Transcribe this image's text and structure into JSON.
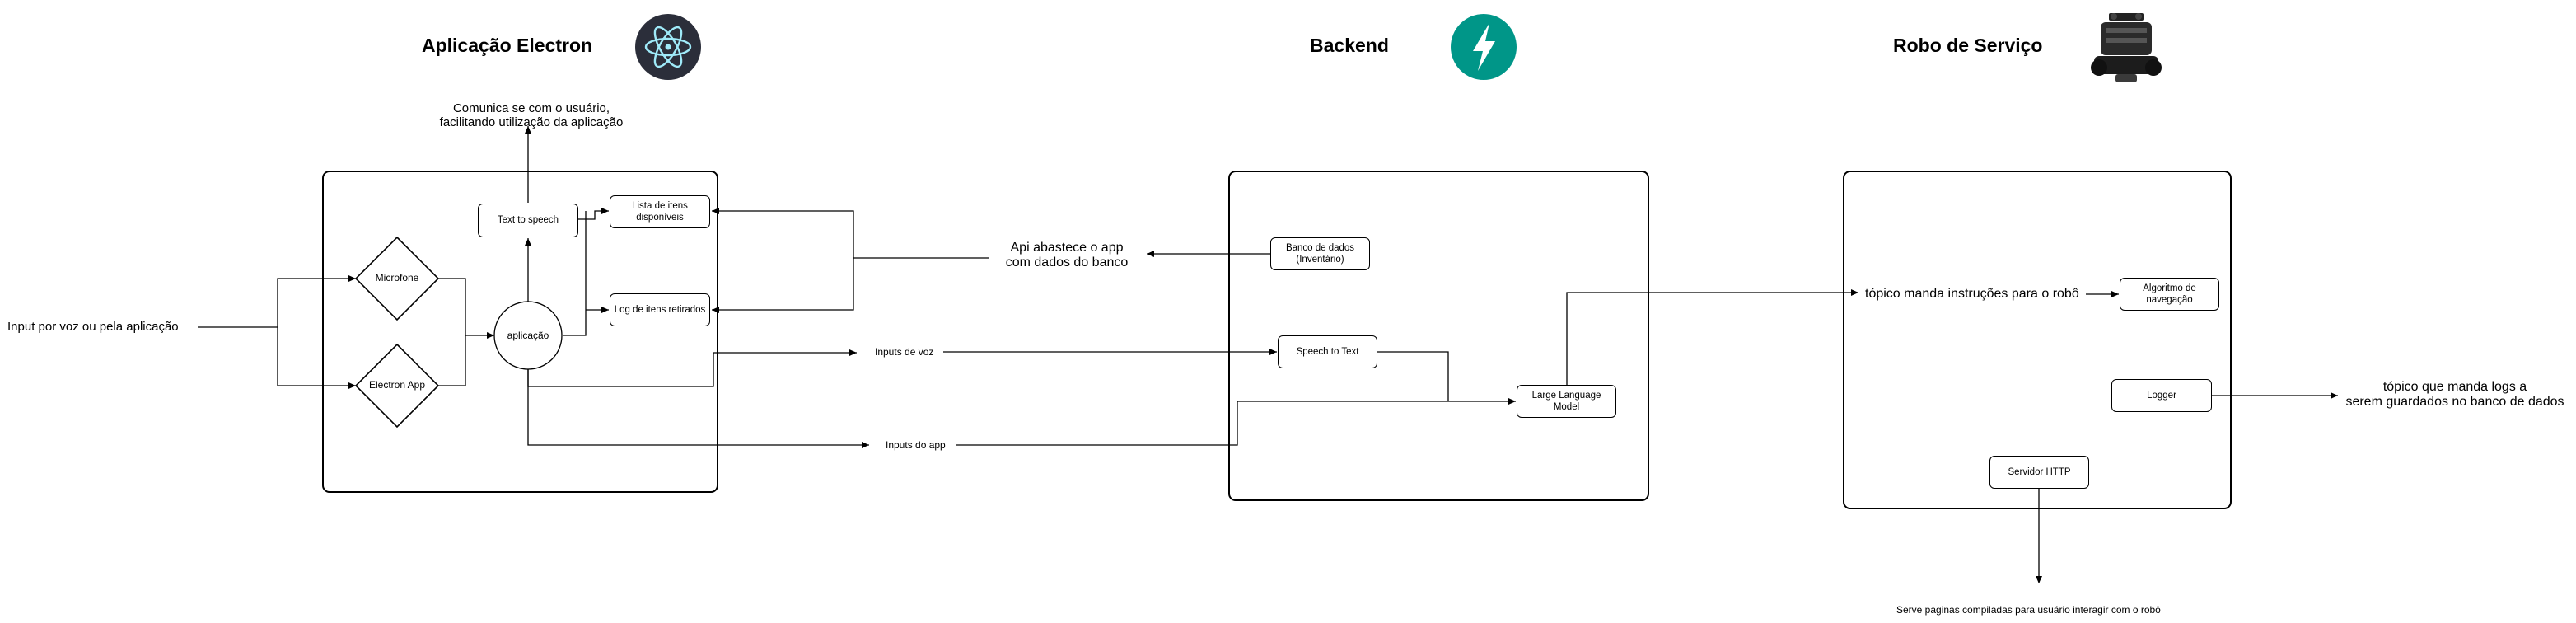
{
  "sections": {
    "electron": {
      "title": "Aplicação Electron",
      "icon": "electron-logo-icon"
    },
    "backend": {
      "title": "Backend",
      "icon": "lightning-bolt-icon"
    },
    "robot": {
      "title": "Robo de Serviço",
      "icon": "robot-icon"
    }
  },
  "notes": {
    "input": "Input por voz ou pela aplicação",
    "comunica_1": "Comunica se com o usuário,",
    "comunica_2": "facilitando utilização da aplicação",
    "api_1": "Api abastece o app",
    "api_2": "com dados do banco",
    "inputs_voz": "Inputs de voz",
    "inputs_app": "Inputs do app",
    "topico_instrucoes": "tópico manda instruções para o robô",
    "topico_logs_1": "tópico que manda logs a",
    "topico_logs_2": "serem guardados no banco de dados",
    "serve_paginas": "Serve paginas compiladas para usuário interagir com o robô"
  },
  "nodes": {
    "microfone": "Microfone",
    "electron_app": "Electron App",
    "aplicacao": "aplicação",
    "text_to_speech": "Text to speech",
    "lista_1": "Lista de itens",
    "lista_2": "disponíveis",
    "log_itens": "Log de itens retirados",
    "banco_1": "Banco de dados",
    "banco_2": "(Inventário)",
    "speech_to_text": "Speech to Text",
    "llm_1": "Large Language",
    "llm_2": "Model",
    "algoritmo_1": "Algoritmo de",
    "algoritmo_2": "navegação",
    "logger": "Logger",
    "servidor_http": "Servidor HTTP"
  },
  "colors": {
    "electron_bg": "#2B2E3A",
    "electron_ring": "#9FEAF9",
    "backend_bg": "#009688",
    "stroke": "#000000"
  }
}
